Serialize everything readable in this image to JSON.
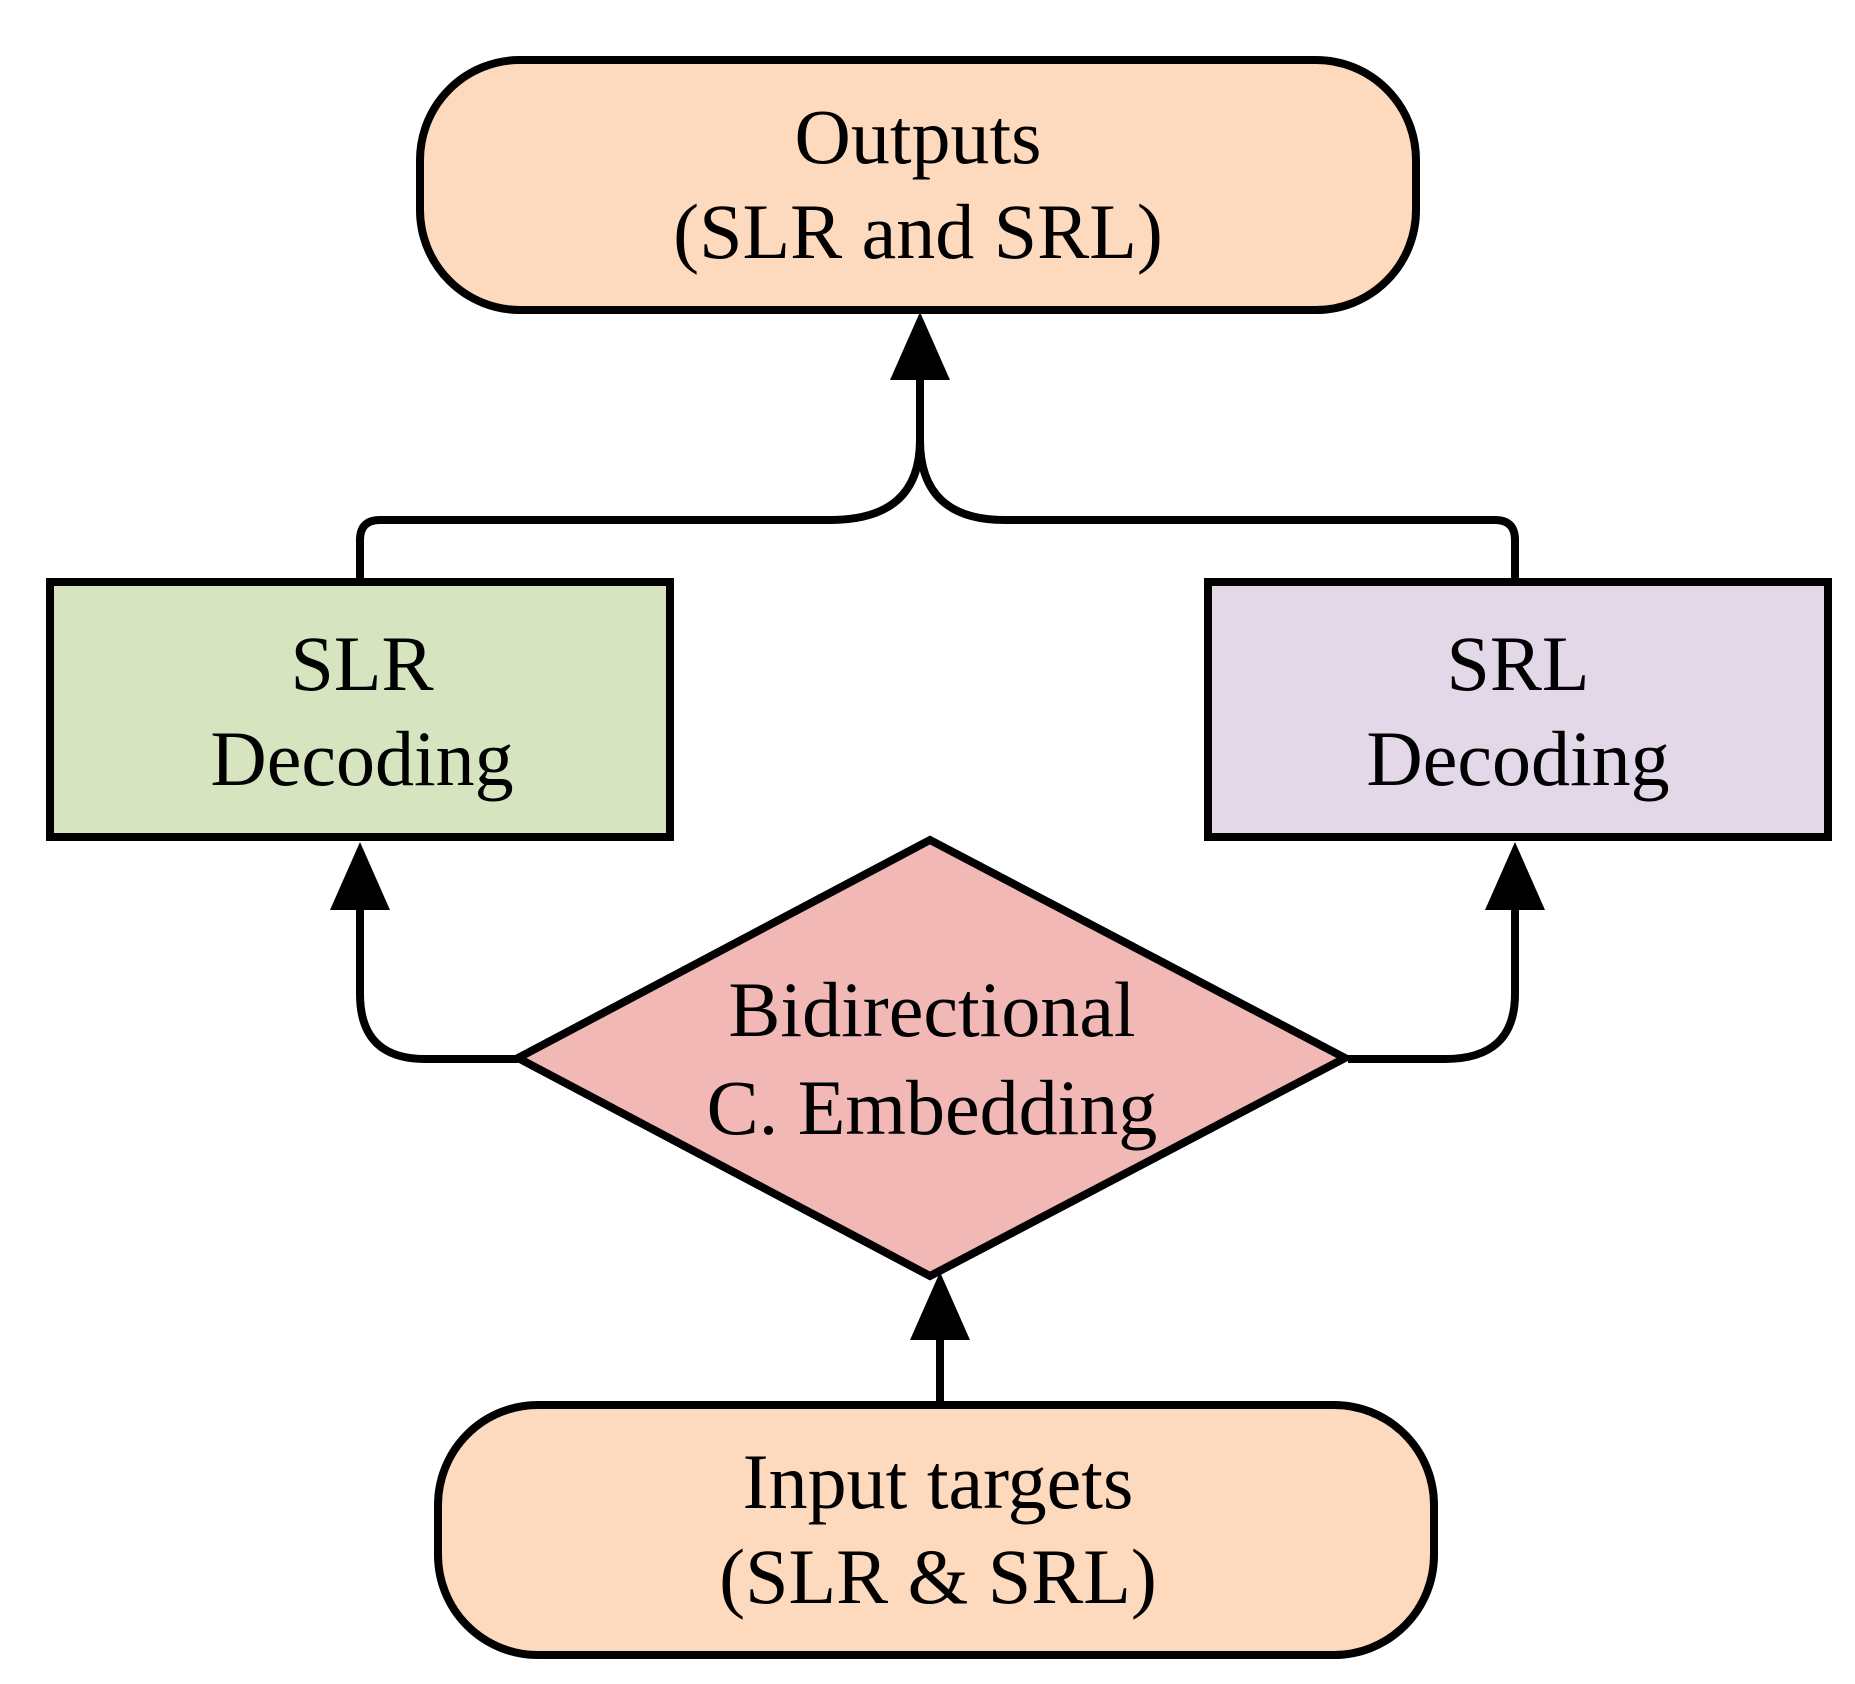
{
  "diagram": {
    "nodes": {
      "outputs": {
        "line1": "Outputs",
        "line2": "(SLR and SRL)",
        "fill": "#FDD9BD"
      },
      "slr_decoding": {
        "line1": "SLR",
        "line2": "Decoding",
        "fill": "#D6E4C0"
      },
      "srl_decoding": {
        "line1": "SRL",
        "line2": "Decoding",
        "fill": "#E2D8E8"
      },
      "embedding": {
        "line1": "Bidirectional",
        "line2": "C. Embedding",
        "fill": "#F2B8B6"
      },
      "inputs": {
        "line1": "Input targets",
        "line2": "(SLR & SRL)",
        "fill": "#FDD9BD"
      }
    },
    "edges": [
      {
        "from": "inputs",
        "to": "embedding"
      },
      {
        "from": "embedding",
        "to": "slr_decoding"
      },
      {
        "from": "embedding",
        "to": "srl_decoding"
      },
      {
        "from": "slr_decoding",
        "to": "outputs"
      },
      {
        "from": "srl_decoding",
        "to": "outputs"
      }
    ]
  }
}
